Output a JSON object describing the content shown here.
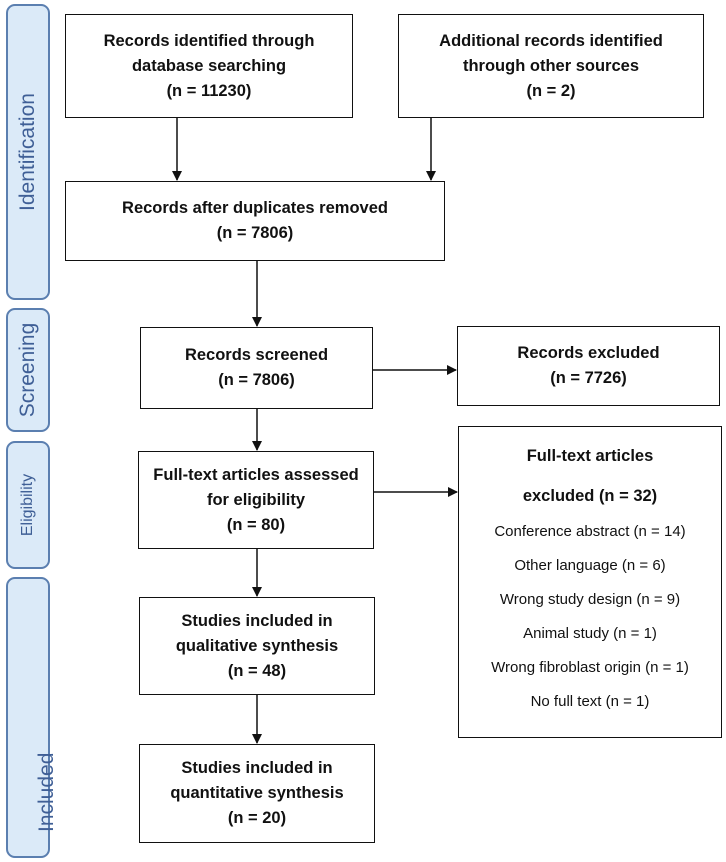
{
  "phases": {
    "identification": "Identification",
    "screening": "Screening",
    "eligibility": "Eligibility",
    "included": "Included"
  },
  "boxes": {
    "database_search": {
      "line1": "Records identified through",
      "line2": "database searching",
      "count": "(n = 11230)"
    },
    "other_sources": {
      "line1": "Additional records identified",
      "line2": "through other sources",
      "count": "(n = 2)"
    },
    "after_duplicates": {
      "line1": "Records after duplicates removed",
      "count": "(n = 7806)"
    },
    "screened": {
      "line1": "Records screened",
      "count": "(n = 7806)"
    },
    "excluded": {
      "line1": "Records excluded",
      "count": "(n = 7726)"
    },
    "full_text_assessed": {
      "line1": "Full-text articles assessed",
      "line2": "for eligibility",
      "count": "(n = 80)"
    },
    "qualitative": {
      "line1": "Studies included in",
      "line2": "qualitative synthesis",
      "count": "(n = 48)"
    },
    "quantitative": {
      "line1": "Studies included in",
      "line2": "quantitative synthesis",
      "count": "(n = 20)"
    }
  },
  "fulltext_excluded": {
    "title_line1": "Full-text articles",
    "title_line2": "excluded (n = 32)",
    "reasons": [
      "Conference abstract (n = 14)",
      "Other language (n = 6)",
      "Wrong study design (n = 9)",
      "Animal study (n = 1)",
      "Wrong fibroblast origin (n = 1)",
      "No full text (n = 1)"
    ]
  }
}
